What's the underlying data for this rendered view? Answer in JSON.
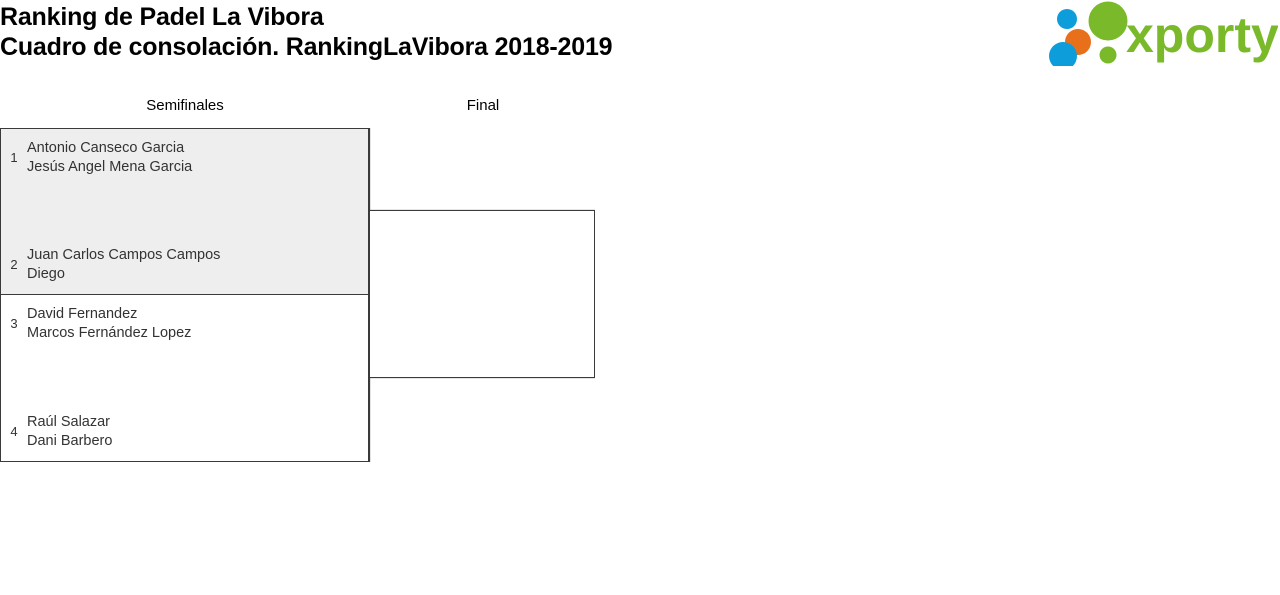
{
  "header": {
    "title_line1": "Ranking de Padel La Vibora",
    "title_line2": "Cuadro de consolación. RankingLaVibora 2018-2019",
    "logo_text": "xporty",
    "logo_colors": {
      "green": "#7ab929",
      "blue": "#0d9ddb",
      "orange": "#e8701a"
    }
  },
  "bracket": {
    "rounds": [
      {
        "name": "round-semifinales",
        "label": "Semifinales"
      },
      {
        "name": "round-final",
        "label": "Final"
      }
    ],
    "matches": [
      {
        "name": "semifinal-1",
        "round": "Semifinales",
        "highlighted": true,
        "background": "#eeeeee",
        "teams": [
          {
            "seed": "1",
            "players": [
              "Antonio Canseco Garcia",
              "Jesús Angel Mena Garcia"
            ]
          },
          {
            "seed": "2",
            "players": [
              "Juan Carlos Campos Campos",
              "Diego"
            ]
          }
        ]
      },
      {
        "name": "semifinal-2",
        "round": "Semifinales",
        "highlighted": false,
        "background": "#ffffff",
        "teams": [
          {
            "seed": "3",
            "players": [
              "David Fernandez",
              "Marcos Fernández Lopez"
            ]
          },
          {
            "seed": "4",
            "players": [
              "Raúl Salazar",
              "Dani Barbero"
            ]
          }
        ]
      },
      {
        "name": "final",
        "round": "Final",
        "highlighted": false,
        "background": "#ffffff",
        "teams": []
      }
    ]
  }
}
